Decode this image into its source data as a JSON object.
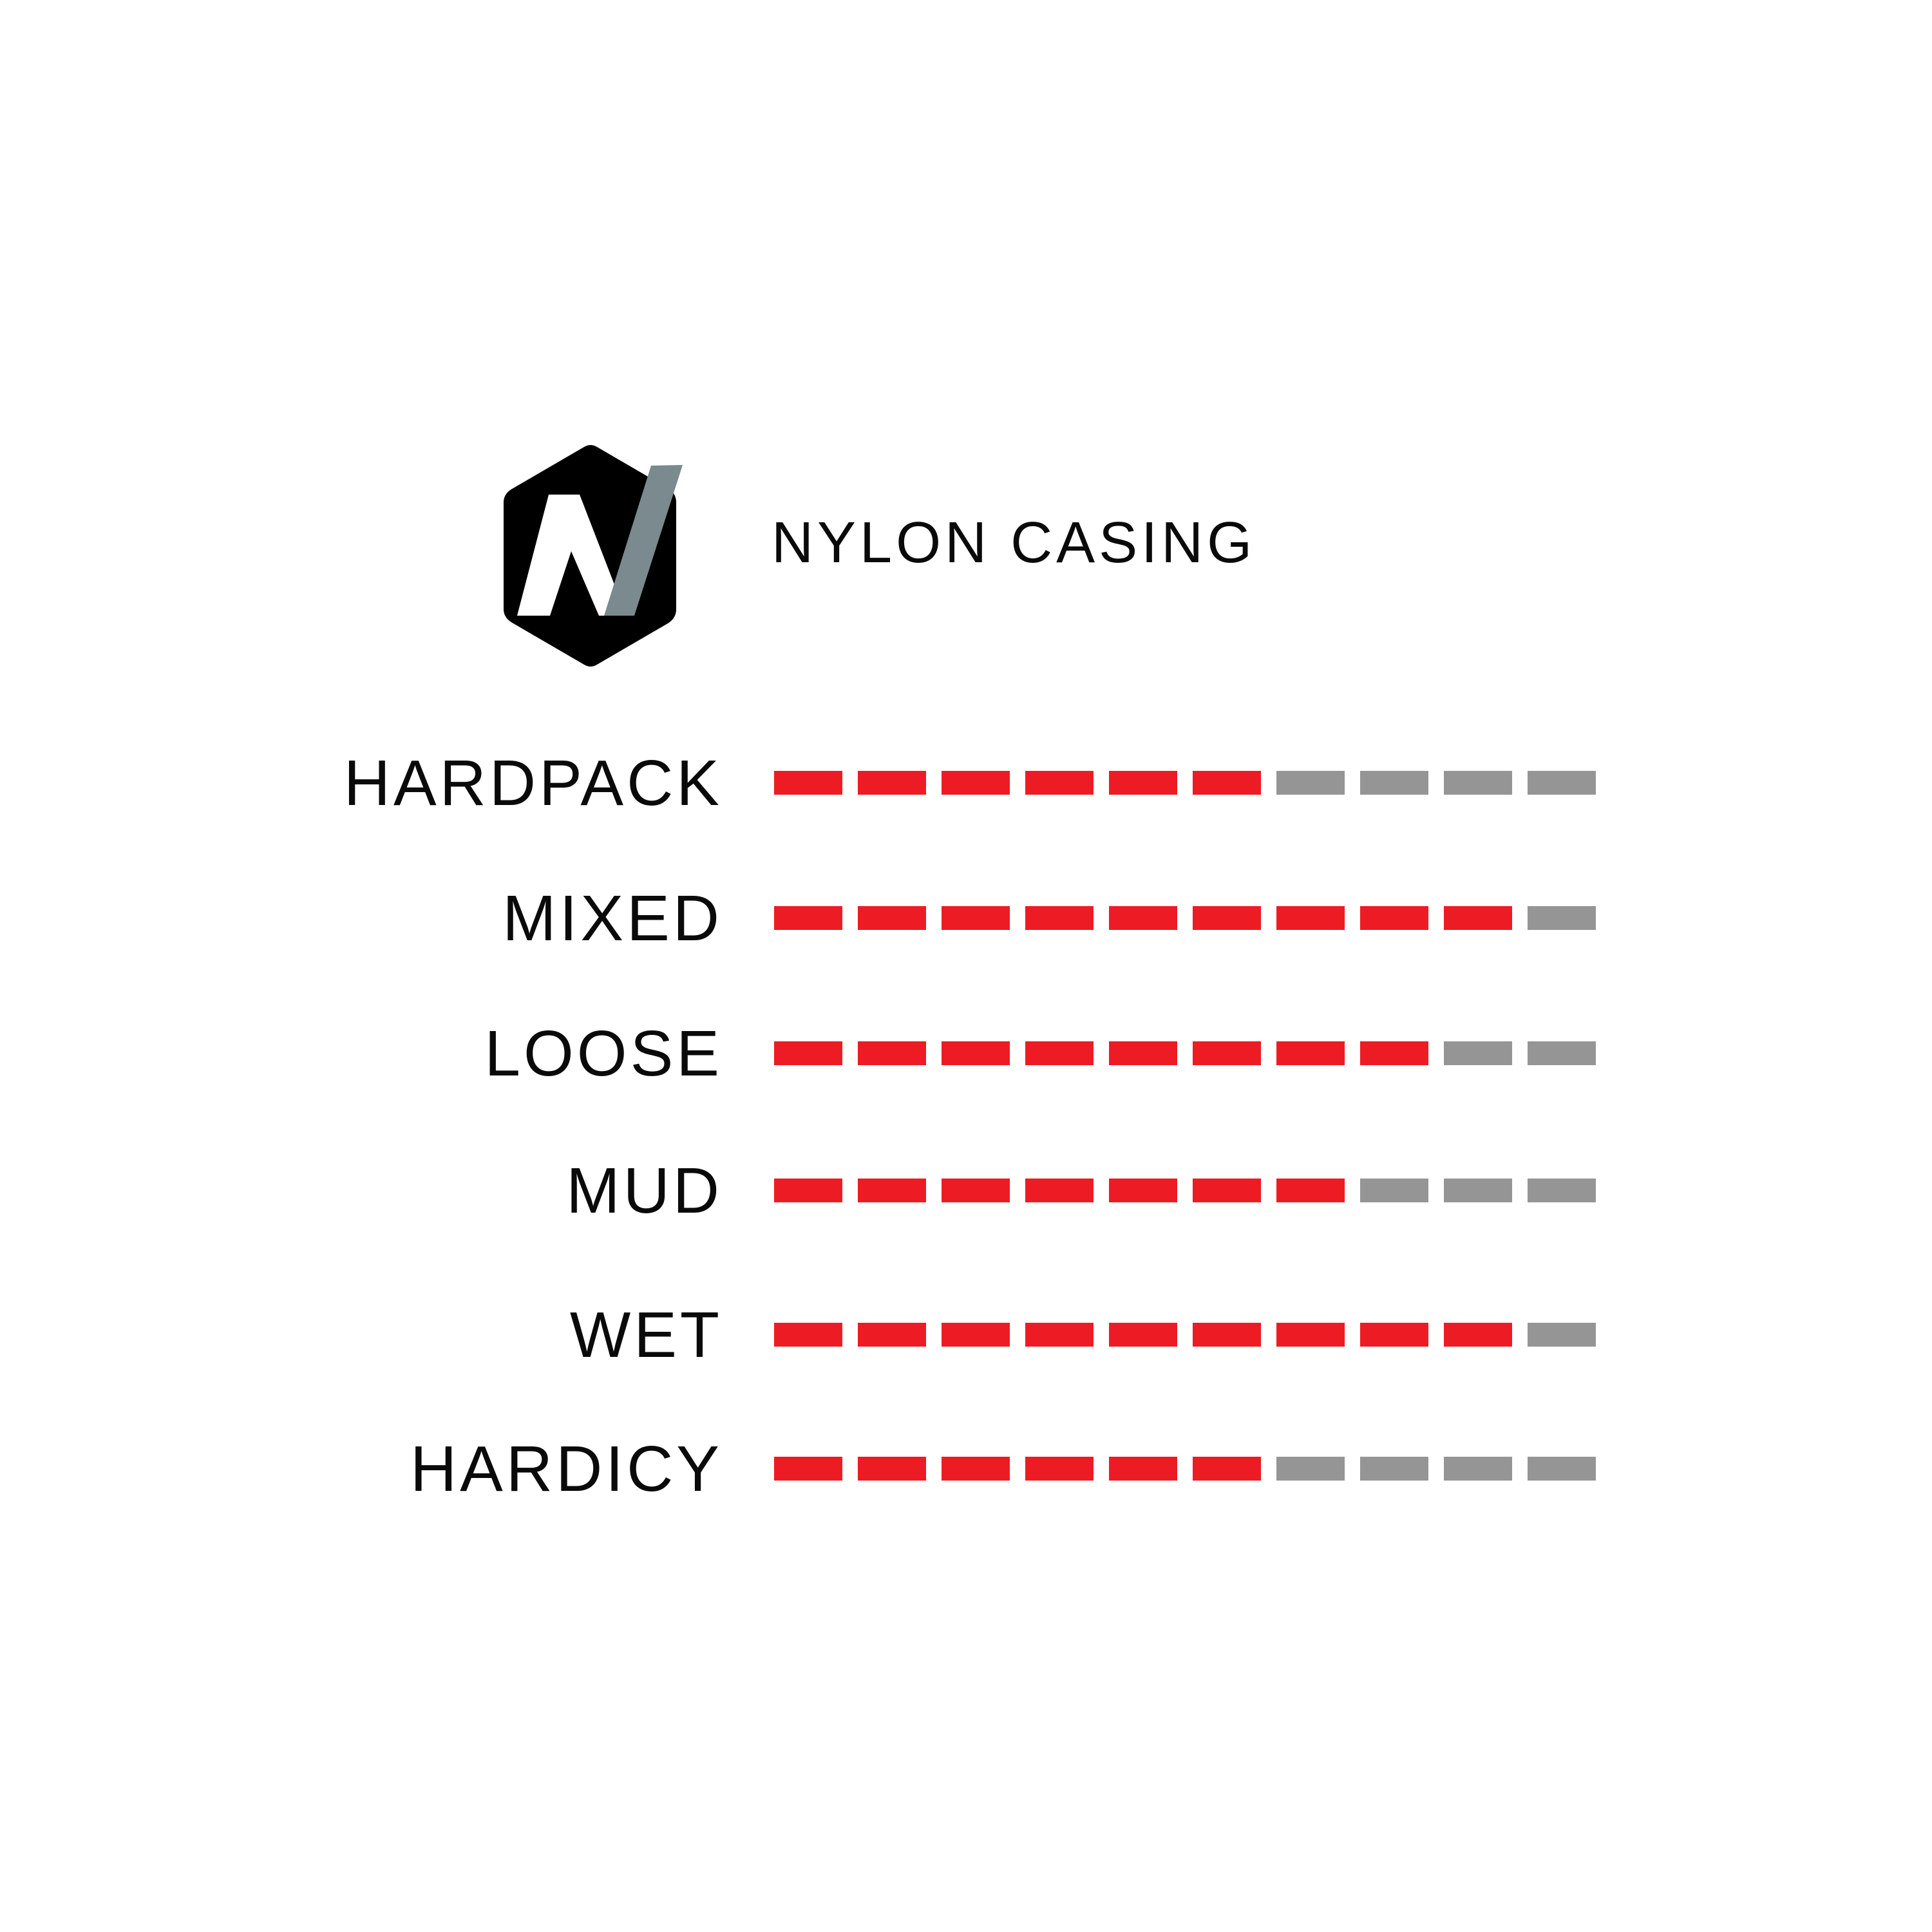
{
  "header": {
    "title": "NYLON CASING",
    "logo": {
      "icon": "nylon-casing-hex-logo-icon",
      "hex_color": "#000000",
      "letter_color": "#FFFFFF",
      "slash_color": "#7A8A8F"
    }
  },
  "colors": {
    "filled": "#ED1C24",
    "empty": "#959595",
    "text": "#0A0A0A",
    "background": "#FFFFFF"
  },
  "ratings": [
    {
      "label": "HARDPACK",
      "value": 6,
      "max": 10
    },
    {
      "label": "MIXED",
      "value": 9,
      "max": 10
    },
    {
      "label": "LOOSE",
      "value": 8,
      "max": 10
    },
    {
      "label": "MUD",
      "value": 7,
      "max": 10
    },
    {
      "label": "WET",
      "value": 9,
      "max": 10
    },
    {
      "label": "HARDICY",
      "value": 6,
      "max": 10
    }
  ],
  "chart_data": {
    "type": "bar",
    "title": "NYLON CASING",
    "orientation": "horizontal",
    "style": "segmented-dashes",
    "categories": [
      "HARDPACK",
      "MIXED",
      "LOOSE",
      "MUD",
      "WET",
      "HARDICY"
    ],
    "values": [
      6,
      9,
      8,
      7,
      9,
      6
    ],
    "xlim": [
      0,
      10
    ],
    "segments_per_bar": 10,
    "xlabel": "",
    "ylabel": "",
    "grid": false,
    "legend": null,
    "filled_color": "#ED1C24",
    "empty_color": "#959595"
  }
}
